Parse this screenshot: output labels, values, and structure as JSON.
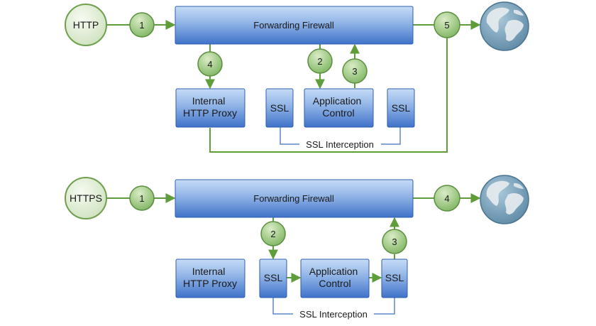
{
  "colors": {
    "box_gradient_top": "#c7dcf6",
    "box_gradient_bottom": "#3f72c9",
    "box_stroke": "#2d5fb0",
    "step_fill_light": "#d9ecc6",
    "step_fill_dark": "#7fb562",
    "step_stroke": "#5a8f3e",
    "arrow_green": "#5e9d3a",
    "line_blue": "#5b87c9",
    "globe_ocean": "#5f8aa6",
    "globe_land": "#e7ecee"
  },
  "top_flow": {
    "protocol": "HTTP",
    "firewall": "Forwarding Firewall",
    "proxy": [
      "Internal",
      "HTTP Proxy"
    ],
    "ssl_left": "SSL",
    "app_control": [
      "Application",
      "Control"
    ],
    "ssl_right": "SSL",
    "interception": "SSL Interception",
    "steps": [
      "1",
      "2",
      "3",
      "4",
      "5"
    ],
    "internet_icon": "globe-icon"
  },
  "bottom_flow": {
    "protocol": "HTTPS",
    "firewall": "Forwarding Firewall",
    "proxy": [
      "Internal",
      "HTTP Proxy"
    ],
    "ssl_left": "SSL",
    "app_control": [
      "Application",
      "Control"
    ],
    "ssl_right": "SSL",
    "interception": "SSL Interception",
    "steps": [
      "1",
      "2",
      "3",
      "4"
    ],
    "internet_icon": "globe-icon"
  }
}
